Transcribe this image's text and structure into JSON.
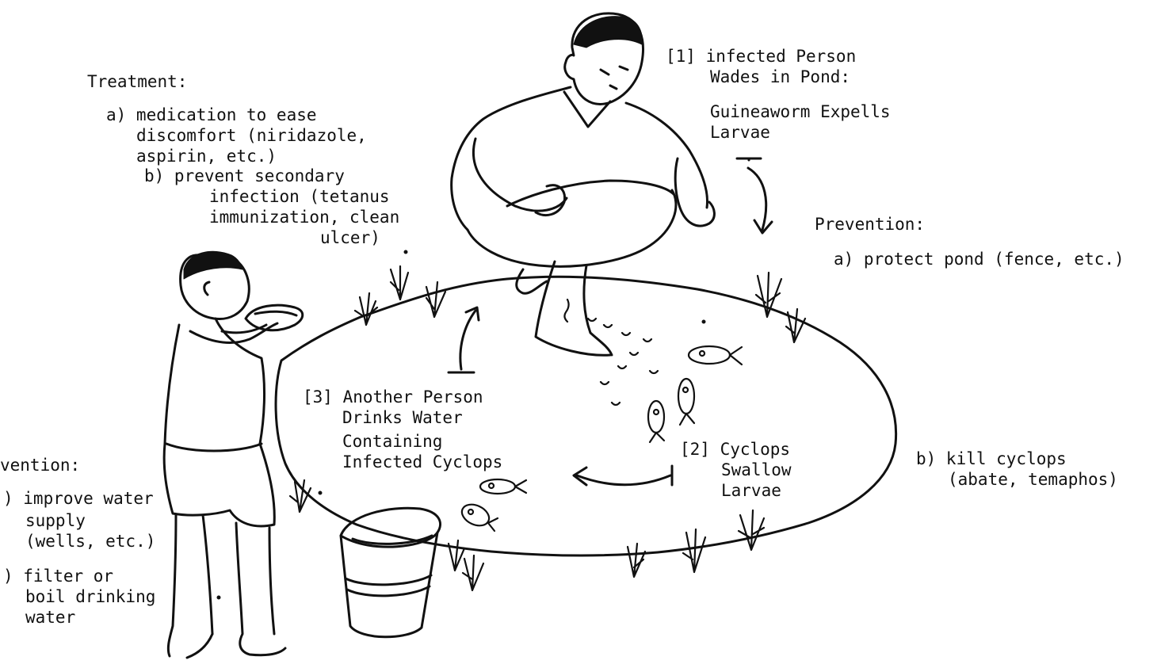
{
  "treatment": {
    "title": "Treatment:",
    "a1": "a) medication to ease",
    "a2": "discomfort (niridazole,",
    "a3": "aspirin, etc.)",
    "b1": "b) prevent secondary",
    "b2": "infection (tetanus",
    "b3": "immunization, clean",
    "b4": "ulcer)"
  },
  "step1": {
    "l1": "[1] infected Person",
    "l2": "Wades in Pond:",
    "l3": "Guineaworm Expells",
    "l4": "Larvae"
  },
  "prevention_right": {
    "title": "Prevention:",
    "a": "a) protect pond (fence, etc.)",
    "b1": "b) kill cyclops",
    "b2": "(abate, temaphos)"
  },
  "step2": {
    "l1": "[2] Cyclops",
    "l2": "Swallow",
    "l3": "Larvae"
  },
  "step3": {
    "l1": "[3] Another Person",
    "l2": "Drinks Water",
    "l3": "Containing",
    "l4": "Infected Cyclops"
  },
  "prevention_left": {
    "title": "vention:",
    "a1": ") improve water",
    "a2": "supply",
    "a3": "(wells, etc.)",
    "b1": ") filter or",
    "b2": "boil drinking",
    "b3": "water"
  }
}
